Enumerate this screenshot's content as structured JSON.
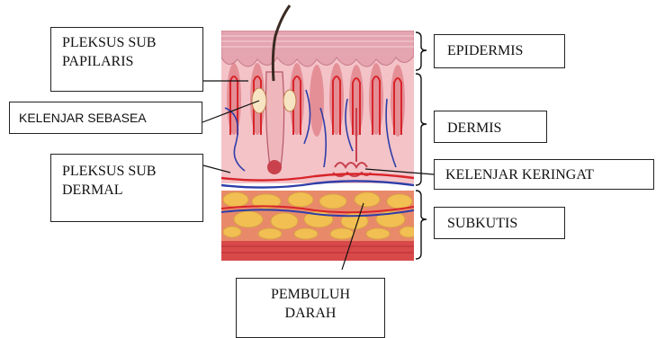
{
  "labels": {
    "pleksus_sub_papilaris": [
      "PLEKSUS SUB",
      "PAPILARIS"
    ],
    "kelenjar_sebasea": "KELENJAR SEBASEA",
    "pleksus_sub_dermal": [
      "PLEKSUS SUB",
      "DERMAL"
    ],
    "epidermis": "EPIDERMIS",
    "dermis": "DERMIS",
    "kelenjar_keringat": "KELENJAR KERINGAT",
    "subkutis": "SUBKUTIS",
    "pembuluh_darah": [
      "PEMBULUH",
      "DARAH"
    ]
  },
  "colors": {
    "epidermis": "#e4a4b0",
    "dermis": "#f3c3c8",
    "papillae": "#d9666f",
    "artery": "#d8242a",
    "vein": "#2f3ea8",
    "fat": "#f1bf52",
    "fat_septa": "#e88a6a",
    "base": "#d84a4a",
    "hair": "#3a2a22"
  }
}
